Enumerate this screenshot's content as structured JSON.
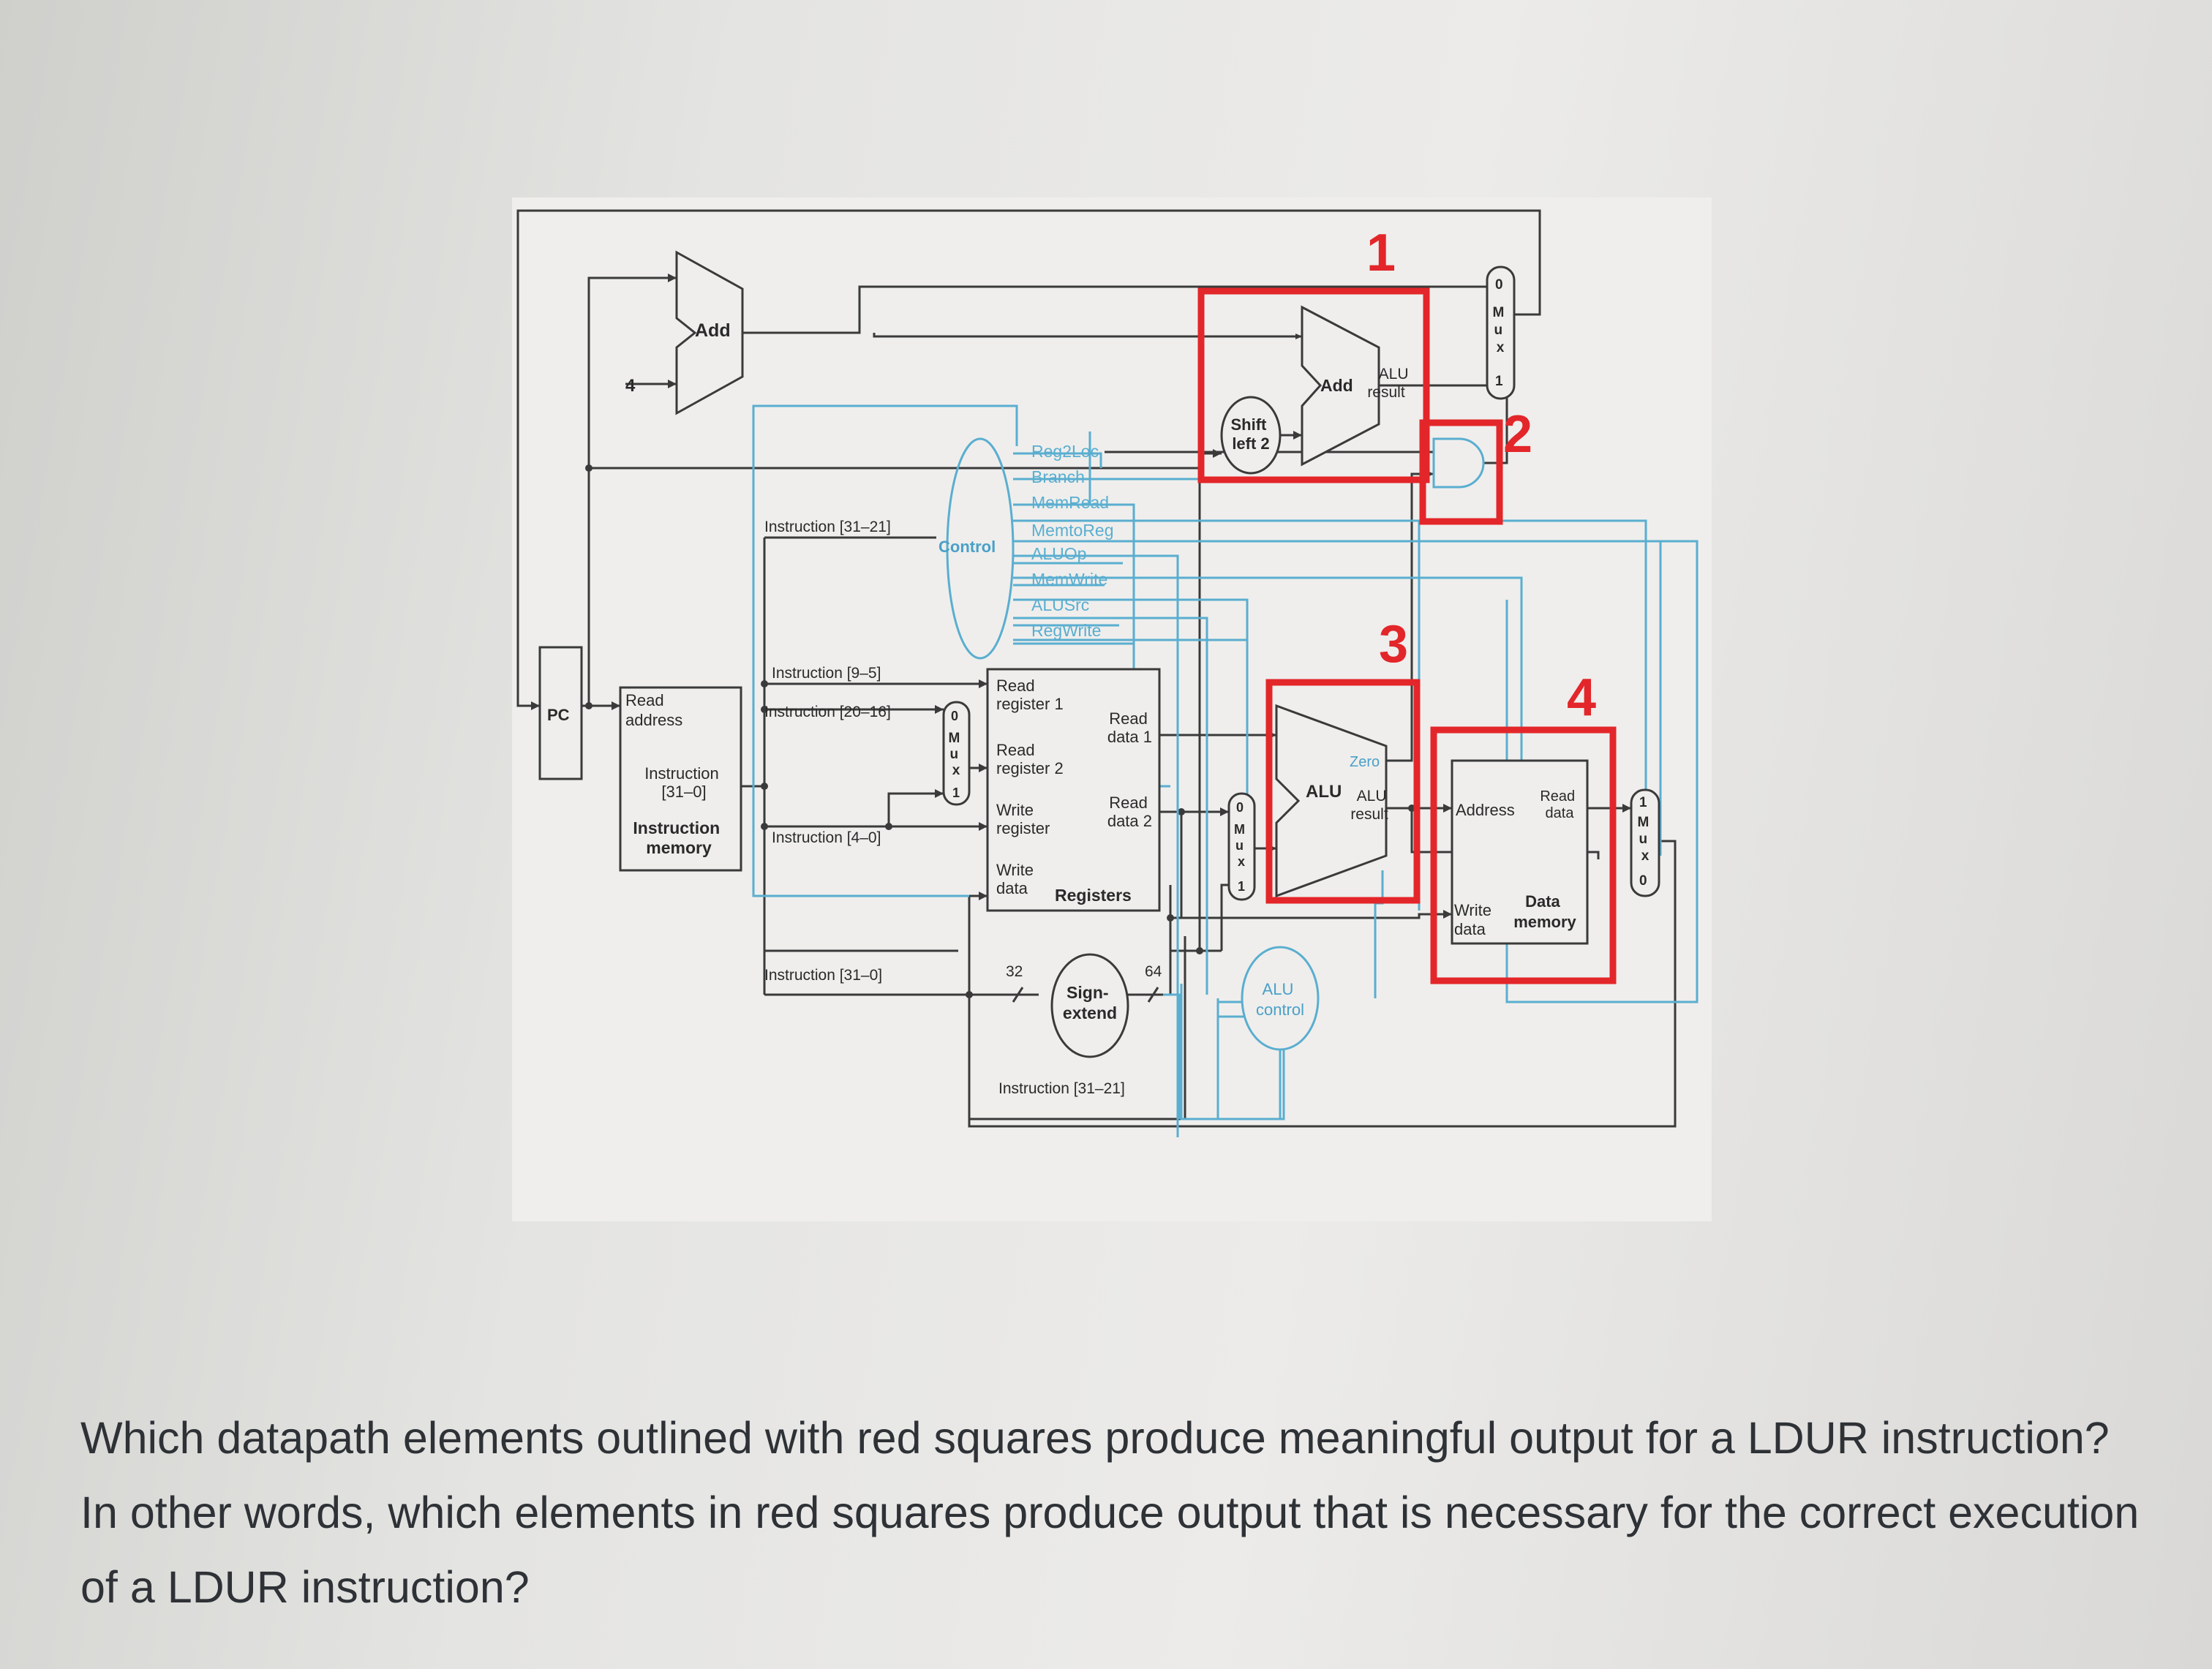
{
  "diagram": {
    "labels": {
      "add": "Add",
      "four": "4",
      "pc": "PC",
      "read_address": [
        "Read",
        "address"
      ],
      "instruction_out": [
        "Instruction",
        "[31–0]"
      ],
      "instruction_memory": [
        "Instruction",
        "memory"
      ],
      "instr_31_21_top": "Instruction [31–21]",
      "instr_9_5": "Instruction [9–5]",
      "instr_20_16": "Instruction [20–16]",
      "instr_4_0": "Instruction [4–0]",
      "instr_31_0": "Instruction [31–0]",
      "instr_31_21_bottom": "Instruction [31–21]",
      "control": "Control",
      "control_signals": [
        "Reg2Loc",
        "Branch",
        "MemRead",
        "MemtoReg",
        "ALUOp",
        "MemWrite",
        "ALUSrc",
        "RegWrite"
      ],
      "read_register_1": [
        "Read",
        "register 1"
      ],
      "read_register_2": [
        "Read",
        "register 2"
      ],
      "write_register": [
        "Write",
        "register"
      ],
      "write_data": [
        "Write",
        "data"
      ],
      "read_data_1": [
        "Read",
        "data 1"
      ],
      "read_data_2": [
        "Read",
        "data 2"
      ],
      "registers": "Registers",
      "sign_extend": [
        "Sign-",
        "extend"
      ],
      "bits_32": "32",
      "bits_64": "64",
      "shift_left_2": [
        "Shift",
        "left 2"
      ],
      "branch_add": "Add",
      "branch_alu_result": [
        "ALU",
        "result"
      ],
      "alu": "ALU",
      "zero": "Zero",
      "alu_result": [
        "ALU",
        "result"
      ],
      "alu_control": [
        "ALU",
        "control"
      ],
      "address": "Address",
      "dm_read_data": [
        "Read",
        "data"
      ],
      "dm_write_data": [
        "Write",
        "data"
      ],
      "data_memory": [
        "Data",
        "memory"
      ],
      "mux": [
        "M",
        "u",
        "x"
      ],
      "mux_top_sel": [
        "0",
        "1"
      ],
      "mux_reg_sel": [
        "0",
        "1"
      ],
      "mux_alu_sel": [
        "0",
        "1"
      ],
      "mux_mem_sel": [
        "1",
        "0"
      ]
    },
    "red_box_numbers": [
      "1",
      "2",
      "3",
      "4"
    ]
  },
  "question": "Which datapath elements outlined with red squares produce meaningful output for a LDUR instruction?  In other words, which elements in red squares produce output that is necessary for the correct execution of a LDUR instruction?",
  "colors": {
    "wire_black": "#3a3a3a",
    "wire_blue": "#5aaed0",
    "control_text": "#4aa0c8",
    "highlight_red": "#e3262a",
    "question_text": "#2e3236"
  }
}
